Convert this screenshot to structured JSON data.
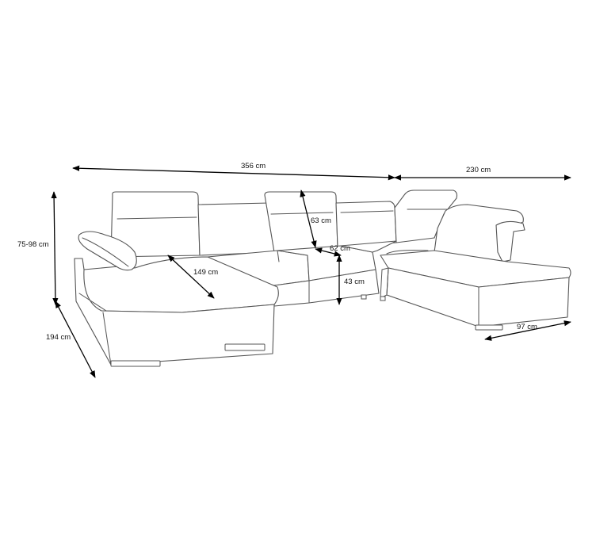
{
  "dimensions": {
    "total_width": "356 cm",
    "right_width": "230 cm",
    "height_range": "75-98 cm",
    "left_depth": "194 cm",
    "chaise_length": "149 cm",
    "backrest_height": "63 cm",
    "seat_depth": "62 cm",
    "seat_height": "43 cm",
    "right_depth": "97 cm"
  }
}
